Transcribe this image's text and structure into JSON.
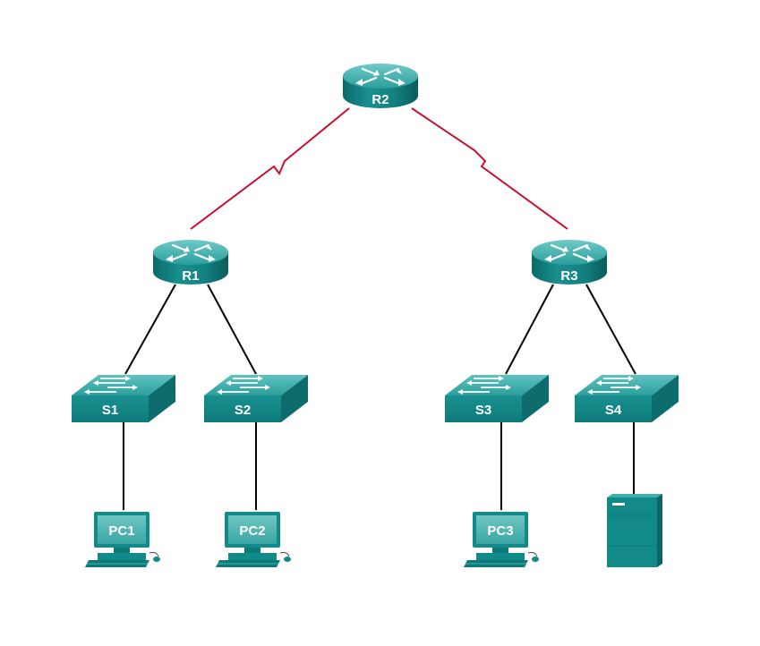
{
  "diagram": {
    "routers": {
      "r1": "R1",
      "r2": "R2",
      "r3": "R3"
    },
    "switches": {
      "s1": "S1",
      "s2": "S2",
      "s3": "S3",
      "s4": "S4"
    },
    "pcs": {
      "pc1": "PC1",
      "pc2": "PC2",
      "pc3": "PC3"
    },
    "links": [
      {
        "from": "R2",
        "to": "R1",
        "type": "serial"
      },
      {
        "from": "R2",
        "to": "R3",
        "type": "serial"
      },
      {
        "from": "R1",
        "to": "S1",
        "type": "ethernet"
      },
      {
        "from": "R1",
        "to": "S2",
        "type": "ethernet"
      },
      {
        "from": "R3",
        "to": "S3",
        "type": "ethernet"
      },
      {
        "from": "R3",
        "to": "S4",
        "type": "ethernet"
      },
      {
        "from": "S1",
        "to": "PC1",
        "type": "ethernet"
      },
      {
        "from": "S2",
        "to": "PC2",
        "type": "ethernet"
      },
      {
        "from": "S3",
        "to": "PC3",
        "type": "ethernet"
      },
      {
        "from": "S4",
        "to": "server",
        "type": "ethernet"
      }
    ],
    "colors": {
      "serial_link": "#c8102e",
      "ethernet_link": "#000000",
      "device_teal": "#128a8a",
      "device_dark": "#0b6565",
      "device_light": "#3fb0ae"
    }
  }
}
